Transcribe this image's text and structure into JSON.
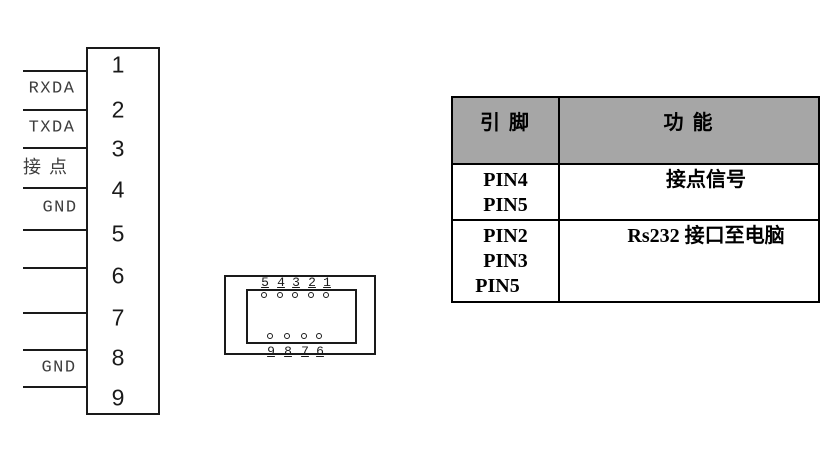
{
  "diagram": {
    "left_connector": {
      "pins": [
        "1",
        "2",
        "3",
        "4",
        "5",
        "6",
        "7",
        "8",
        "9"
      ],
      "wire_labels": [
        "RXDA",
        "TXDA",
        "接点",
        "GND",
        "GND"
      ]
    },
    "db9_face": {
      "top_pins": [
        "5",
        "4",
        "3",
        "2",
        "1"
      ],
      "bottom_pins": [
        "9",
        "8",
        "7",
        "6"
      ]
    }
  },
  "table": {
    "header": {
      "pin": "引 脚",
      "function": "功 能"
    },
    "rows": [
      {
        "pins": [
          "PIN4",
          "PIN5"
        ],
        "function": "接点信号"
      },
      {
        "pins": [
          "PIN2",
          "PIN3",
          "PIN5"
        ],
        "function": "Rs232 接口至电脑"
      }
    ]
  },
  "colors": {
    "line": "#1a1a1a",
    "table_border": "#000000",
    "table_header_bg": "#a6a6a6",
    "background": "#ffffff"
  }
}
